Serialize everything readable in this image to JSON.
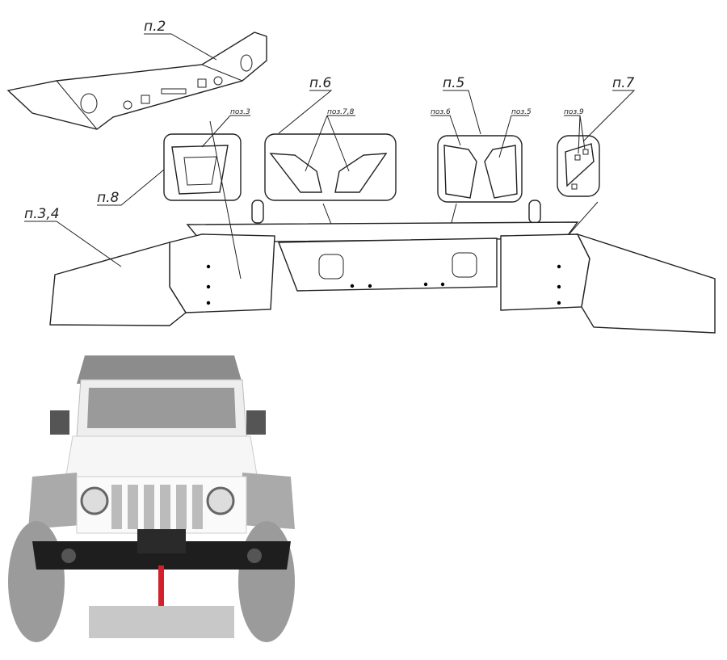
{
  "callouts": {
    "p2": "п.2",
    "p6": "п.6",
    "p5": "п.5",
    "p7": "п.7",
    "p8": "п.8",
    "p34": "п.3,4"
  },
  "positions": {
    "poz3": "поз.3",
    "poz78": "поз.7,8",
    "poz6": "поз.6",
    "poz5": "поз.5",
    "poz9": "поз.9"
  },
  "photo": {
    "winch_hook_color": "#d4202a",
    "body_color": "#ffffff",
    "bumper_color": "#1e1e1e"
  }
}
